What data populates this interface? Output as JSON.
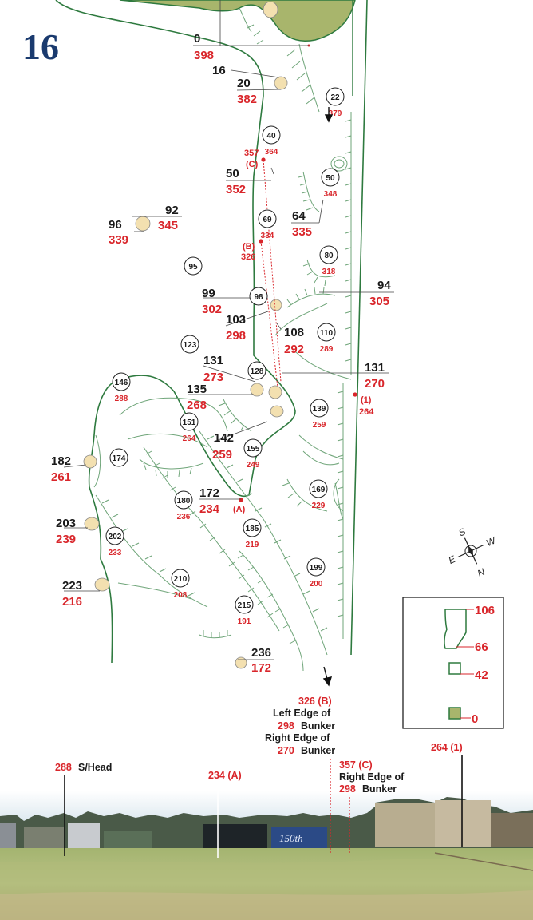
{
  "hole": {
    "number": "16"
  },
  "yardage_labels": [
    {
      "black": "0",
      "red": "398"
    },
    {
      "black": "16",
      "red": ""
    },
    {
      "black": "20",
      "red": "382"
    },
    {
      "black": "50",
      "red": "352"
    },
    {
      "black": "92",
      "red": "345"
    },
    {
      "black": "96",
      "red": "339"
    },
    {
      "black": "64",
      "red": "335"
    },
    {
      "black": "94",
      "red": "305"
    },
    {
      "black": "99",
      "red": "302"
    },
    {
      "black": "103",
      "red": "298"
    },
    {
      "black": "108",
      "red": "292"
    },
    {
      "black": "131",
      "red": "273"
    },
    {
      "black": "131",
      "red": "270"
    },
    {
      "black": "135",
      "red": "268"
    },
    {
      "black": "142",
      "red": "259"
    },
    {
      "black": "172",
      "red": "234"
    },
    {
      "black": "182",
      "red": "261"
    },
    {
      "black": "203",
      "red": "239"
    },
    {
      "black": "223",
      "red": "216"
    },
    {
      "black": "236",
      "red": "172"
    }
  ],
  "circle_markers": [
    {
      "top": "22",
      "bottom": "379"
    },
    {
      "top": "40",
      "bottom": "364"
    },
    {
      "top": "50",
      "bottom": "348"
    },
    {
      "top": "69",
      "bottom": "334"
    },
    {
      "top": "80",
      "bottom": "318"
    },
    {
      "top": "95",
      "bottom": ""
    },
    {
      "top": "98",
      "bottom": ""
    },
    {
      "top": "110",
      "bottom": "289"
    },
    {
      "top": "123",
      "bottom": ""
    },
    {
      "top": "128",
      "bottom": ""
    },
    {
      "top": "139",
      "bottom": "259"
    },
    {
      "top": "146",
      "bottom": "288"
    },
    {
      "top": "151",
      "bottom": "264"
    },
    {
      "top": "155",
      "bottom": "249"
    },
    {
      "top": "169",
      "bottom": "229"
    },
    {
      "top": "174",
      "bottom": ""
    },
    {
      "top": "180",
      "bottom": "236"
    },
    {
      "top": "185",
      "bottom": "219"
    },
    {
      "top": "199",
      "bottom": "200"
    },
    {
      "top": "202",
      "bottom": "233"
    },
    {
      "top": "210",
      "bottom": "208"
    },
    {
      "top": "215",
      "bottom": "191"
    }
  ],
  "points": [
    {
      "label": "357",
      "sub": "(C)"
    },
    {
      "label": "(B)",
      "sub": "326"
    },
    {
      "label": "(A)",
      "sub": ""
    },
    {
      "label": "(1)",
      "sub": "264"
    }
  ],
  "legend": {
    "values": [
      "106",
      "66",
      "42",
      "0"
    ]
  },
  "compass": {
    "s": "S",
    "e": "E",
    "w": "W",
    "n": "N"
  },
  "notes": {
    "b_line1": "326 (B)",
    "b_line2": "Left Edge of",
    "b_line3_num": "298",
    "b_line3_txt": "Bunker",
    "b_line4": "Right Edge of",
    "b_line5_num": "270",
    "b_line5_txt": "Bunker"
  },
  "photo_labels": {
    "shead_num": "288",
    "shead_txt": "S/Head",
    "a_label": "234 (A)",
    "c_label": "357 (C)",
    "c_line2": "Right Edge of",
    "c_num": "298",
    "c_txt": "Bunker",
    "one_label": "264 (1)",
    "banner": "150th"
  },
  "colors": {
    "green_fill": "#a8b56c",
    "bunker_fill": "#f3e0b0",
    "hatch": "#6fa579",
    "hole_blue": "#1a3a6e",
    "red": "#d9262b",
    "sky": "#dce8ef",
    "grass": "#a4b470"
  }
}
